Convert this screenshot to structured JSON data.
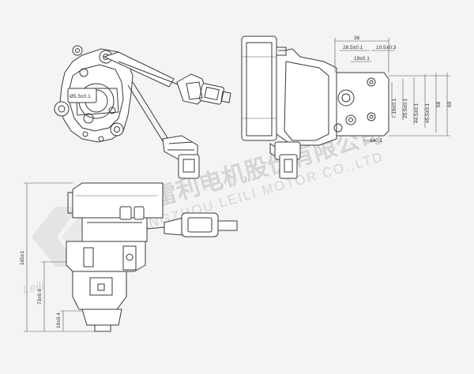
{
  "watermark": {
    "cn_text": "常州雷利电机股份有限公司",
    "en_text": "CHANGZHOU LEILI MOTOR CO.,LTD",
    "logo_letters": "LL",
    "logo_script": "Leili"
  },
  "dimensions": {
    "top_left_hole": "Ø5.5±0.1",
    "top_right_36": "36",
    "top_right_28_5": "28.5±0.1",
    "top_right_10_5": "10.5±0.3",
    "top_right_19": "19±0.1",
    "top_right_7_19": "7.19±0.1",
    "top_right_25_5": "25.5±0.1",
    "top_right_44_5": "44.5±0.1",
    "top_right_45_5": "45.5±0.1",
    "top_right_58": "58",
    "top_right_60": "60",
    "top_right_1": "1±0.1",
    "side_165": "165±1",
    "side_73": "73±0.6",
    "side_19": "19±0.4"
  },
  "colors": {
    "background": "#f4f4f4",
    "line": "#3a3a3a"
  }
}
